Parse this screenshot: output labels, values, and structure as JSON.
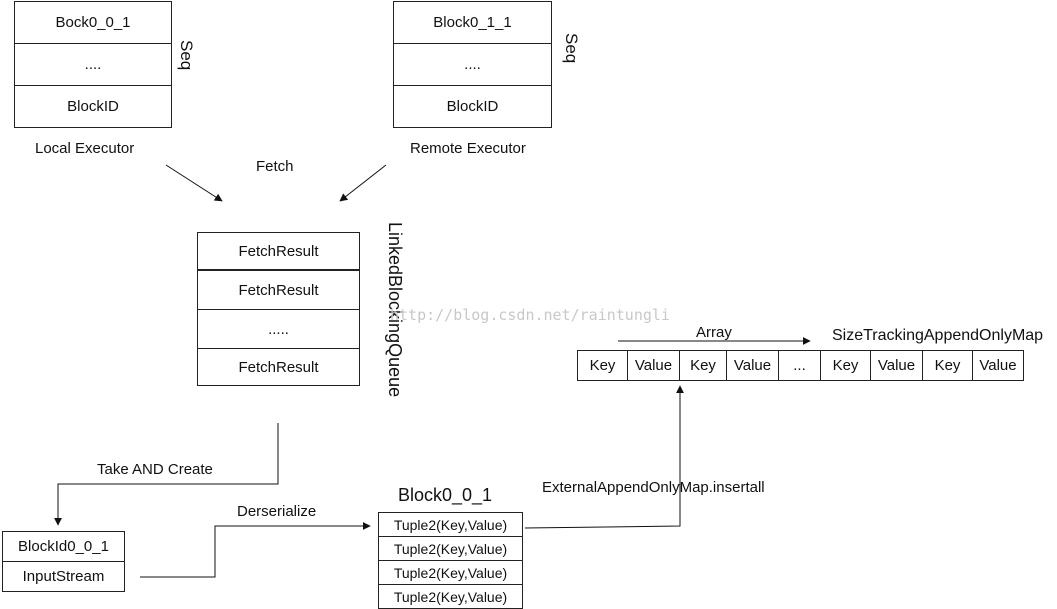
{
  "local_block": {
    "cells": [
      "Bock0_0_1",
      "....",
      "BlockID"
    ],
    "side_label": "Seq",
    "caption": "Local Executor"
  },
  "remote_block": {
    "cells": [
      "Block0_1_1",
      "....",
      "BlockID"
    ],
    "side_label": "Seq",
    "caption": "Remote Executor"
  },
  "fetch_label": "Fetch",
  "queue": {
    "cells": [
      "FetchResult",
      "FetchResult",
      ".....",
      "FetchResult"
    ],
    "side_label": "LinkedBlockingQueue"
  },
  "watermark": "http://blog.csdn.net/raintungli",
  "array_label": "Array",
  "map_title": "SizeTrackingAppendOnlyMap",
  "map_cells": [
    "Key",
    "Value",
    "Key",
    "Value",
    "...",
    "Key",
    "Value",
    "Key",
    "Value"
  ],
  "take_create_label": "Take AND Create",
  "stream_box": {
    "cells": [
      "BlockId0_0_1",
      "InputStream"
    ]
  },
  "deserialize_label": "Derserialize",
  "block_title": "Block0_0_1",
  "tuples": [
    "Tuple2(Key,Value)",
    "Tuple2(Key,Value)",
    "Tuple2(Key,Value)",
    "Tuple2(Key,Value)"
  ],
  "insert_label": "ExternalAppendOnlyMap.insertall"
}
